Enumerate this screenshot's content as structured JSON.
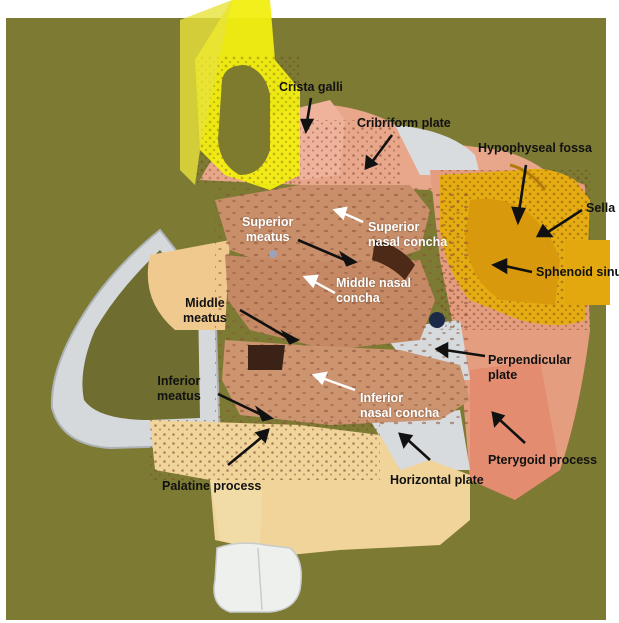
{
  "labels": {
    "crista_galli": "Crista galli",
    "cribriform_plate": "Cribriform plate",
    "hypophyseal_fossa": "Hypophyseal fossa",
    "sella": "Sella",
    "sphenoid_sinus": "Sphenoid sinus",
    "superior_meatus_1": "Superior",
    "superior_meatus_2": "meatus",
    "superior_nasal_concha_1": "Superior",
    "superior_nasal_concha_2": "nasal concha",
    "middle_meatus_1": "Middle",
    "middle_meatus_2": "meatus",
    "middle_nasal_concha_1": "Middle nasal",
    "middle_nasal_concha_2": "concha",
    "perpendicular_plate_1": "Perpendicular",
    "perpendicular_plate_2": "plate",
    "inferior_meatus_1": "Inferior",
    "inferior_meatus_2": "meatus",
    "inferior_nasal_concha_1": "Inferior",
    "inferior_nasal_concha_2": "nasal concha",
    "pterygoid_process": "Pterygoid process",
    "palatine_process": "Palatine process",
    "horizontal_plate": "Horizontal plate"
  },
  "colors": {
    "background": "#7d7a34",
    "highlight_yellow": "#f2ee10",
    "sinus_gold": "#e6ad12",
    "bone_salmon": "#e7a488",
    "bone_cream": "#f0d49a",
    "concha_brown": "#c98f6a",
    "tooth_white": "#eef0ee",
    "cartilage_gray": "#d6d9dc"
  }
}
